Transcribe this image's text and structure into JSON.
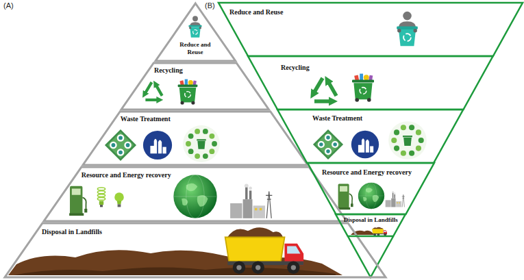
{
  "diagram": {
    "nodes": [
      {
        "text": [
          "Reduce and Reuse"
        ]
      },
      {
        "text": [
          "Recycling"
        ]
      },
      {
        "text": [
          "Waste Treatment"
        ]
      },
      {
        "text": [
          "Resource and Energy recovery"
        ]
      },
      {
        "text": [
          "Disposal in Landfills"
        ]
      },
      {
        "text": [
          "Reduce and Reuse"
        ]
      },
      {
        "text": [
          "Recycling"
        ]
      },
      {
        "text": [
          "Waste Treatment"
        ]
      },
      {
        "text": [
          "Resource and Energy recovery"
        ]
      },
      {
        "text": [
          "Disposal in Landfills"
        ]
      }
    ],
    "labels": [
      "(A)",
      "(B)"
    ]
  }
}
